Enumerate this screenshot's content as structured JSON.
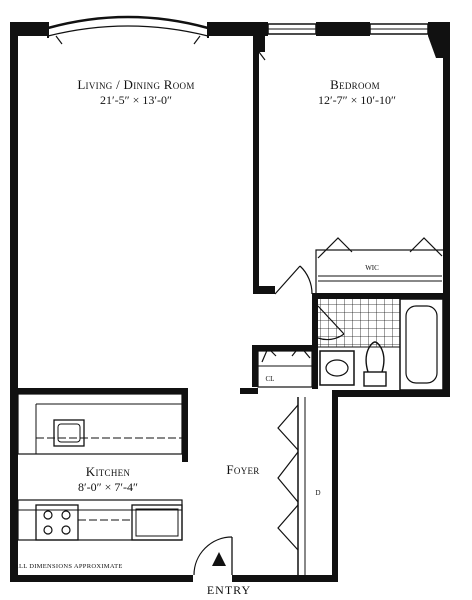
{
  "rooms": {
    "living": {
      "name": "Living / Dining Room",
      "dims": "21′-5″ × 13′-0″"
    },
    "bedroom": {
      "name": "Bedroom",
      "dims": "12′-7″ × 10′-10″"
    },
    "kitchen": {
      "name": "Kitchen",
      "dims": "8′-0″ × 7′-4″"
    },
    "foyer": {
      "name": "Foyer"
    }
  },
  "labels": {
    "wic": "WIC",
    "cl": "CL",
    "closet_d": "D"
  },
  "note": "ALL DIMENSIONS APPROXIMATE",
  "entry": "ENTRY"
}
